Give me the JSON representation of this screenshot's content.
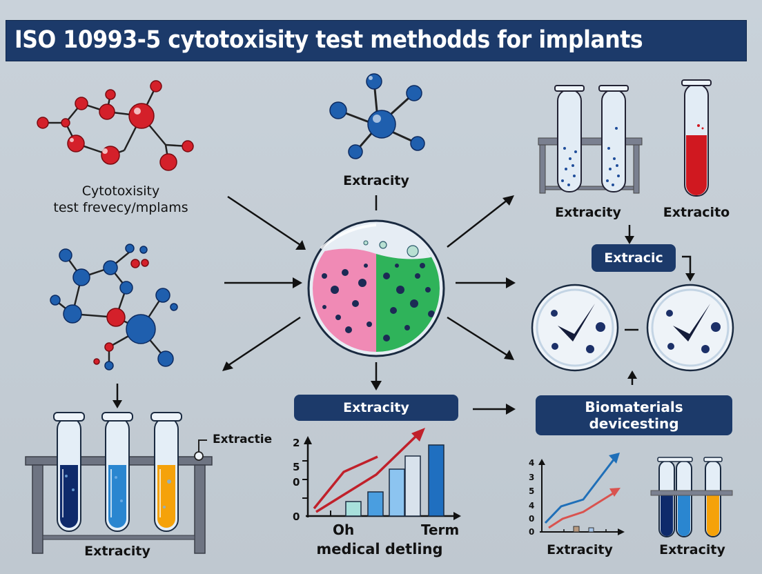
{
  "title": "ISO 10993-5 cytotoxisity test methodds for implants",
  "labels": {
    "top_left": [
      "Cytotoxisity",
      "test frevecy/mplams"
    ],
    "center_top": "Extracity",
    "top_right_tubes": "Extracity",
    "top_right_red_tube": "Extracito",
    "bottom_left_rack": "Extracity",
    "bottom_left_callout": "Extractie",
    "center_chart_x_left": "Oh",
    "center_chart_x_right": "Term",
    "center_chart_caption": "medical detling",
    "bottom_right_chart": "Extracity",
    "bottom_right_tubes": "Extracity"
  },
  "pills": {
    "right_mid": "Extracic",
    "center_bottom": "Extracity",
    "right_bottom": [
      "Biomaterials",
      "devicesting"
    ]
  },
  "colors": {
    "navy": "#1c3a6a",
    "background": "#c6cfd7",
    "red_molecule": "#d4202a",
    "blue_molecule": "#1f5fae",
    "tube_dark": "#0e2a6b",
    "tube_blue": "#2a86d0",
    "tube_orange": "#f5a20a",
    "tube_red": "#d01820",
    "dish_pink": "#f08ab5",
    "dish_green": "#2fb35a"
  },
  "chart_data": [
    {
      "type": "bar",
      "title": "",
      "caption": "medical detling",
      "categories": [
        "Oh",
        "",
        "",
        "",
        "",
        "Term"
      ],
      "values": [
        0,
        1.2,
        1.7,
        2.5,
        3.3,
        3.8
      ],
      "yticks": [
        "0",
        "0",
        "5",
        "2"
      ],
      "xlabel": "",
      "ylabel": "",
      "overlay_lines": [
        {
          "name": "red-line-1",
          "color": "#c0202a",
          "points": [
            [
              0,
              0.5
            ],
            [
              1,
              1.6
            ],
            [
              2,
              2.1
            ]
          ]
        },
        {
          "name": "red-arrow-line",
          "color": "#c0202a",
          "points": [
            [
              0,
              0.2
            ],
            [
              2,
              1.8
            ],
            [
              5,
              4.2
            ]
          ]
        }
      ],
      "grid": false
    },
    {
      "type": "line",
      "title": "",
      "caption": "Extracity",
      "yticks": [
        "0",
        "0",
        "4",
        "5",
        "3",
        "4"
      ],
      "series": [
        {
          "name": "blue",
          "color": "#1f6fb8",
          "values": [
            1.0,
            2.5,
            3.0,
            5.5
          ]
        },
        {
          "name": "red",
          "color": "#d9534f",
          "values": [
            0.5,
            1.5,
            2.2,
            4.0
          ]
        }
      ],
      "small_bars": [
        0.4,
        0.3
      ],
      "grid": false
    }
  ]
}
